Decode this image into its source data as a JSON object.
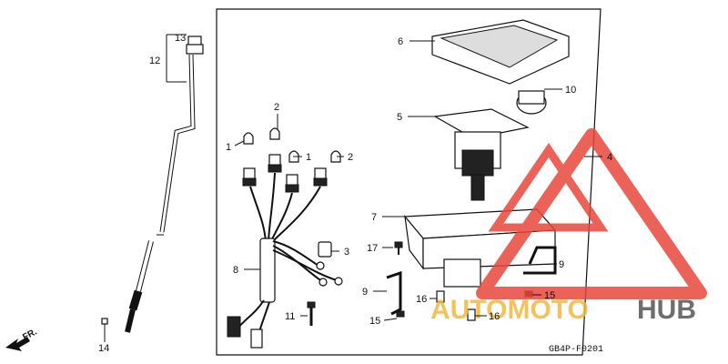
{
  "diagram": {
    "code": "GB4P-F0201",
    "front_label": "FR.",
    "callouts": [
      {
        "id": "c13",
        "text": "13"
      },
      {
        "id": "c12",
        "text": "12"
      },
      {
        "id": "c14",
        "text": "14"
      },
      {
        "id": "c2a",
        "text": "2"
      },
      {
        "id": "c1a",
        "text": "1"
      },
      {
        "id": "c1b",
        "text": "1"
      },
      {
        "id": "c2b",
        "text": "2"
      },
      {
        "id": "c3",
        "text": "3"
      },
      {
        "id": "c8",
        "text": "8"
      },
      {
        "id": "c11",
        "text": "11"
      },
      {
        "id": "c6",
        "text": "6"
      },
      {
        "id": "c10",
        "text": "10"
      },
      {
        "id": "c5",
        "text": "5"
      },
      {
        "id": "c4",
        "text": "4"
      },
      {
        "id": "c7",
        "text": "7"
      },
      {
        "id": "c17",
        "text": "17"
      },
      {
        "id": "c9a",
        "text": "9"
      },
      {
        "id": "c9b",
        "text": "9"
      },
      {
        "id": "c16a",
        "text": "16"
      },
      {
        "id": "c16b",
        "text": "16"
      },
      {
        "id": "c15a",
        "text": "15"
      },
      {
        "id": "c15b",
        "text": "15"
      }
    ]
  },
  "watermark": {
    "part1": "AUTOMOTO",
    "part2": "HUB",
    "colors": {
      "triangle": "#e8473d",
      "auto": "#f2b840",
      "hub": "#555555"
    }
  }
}
